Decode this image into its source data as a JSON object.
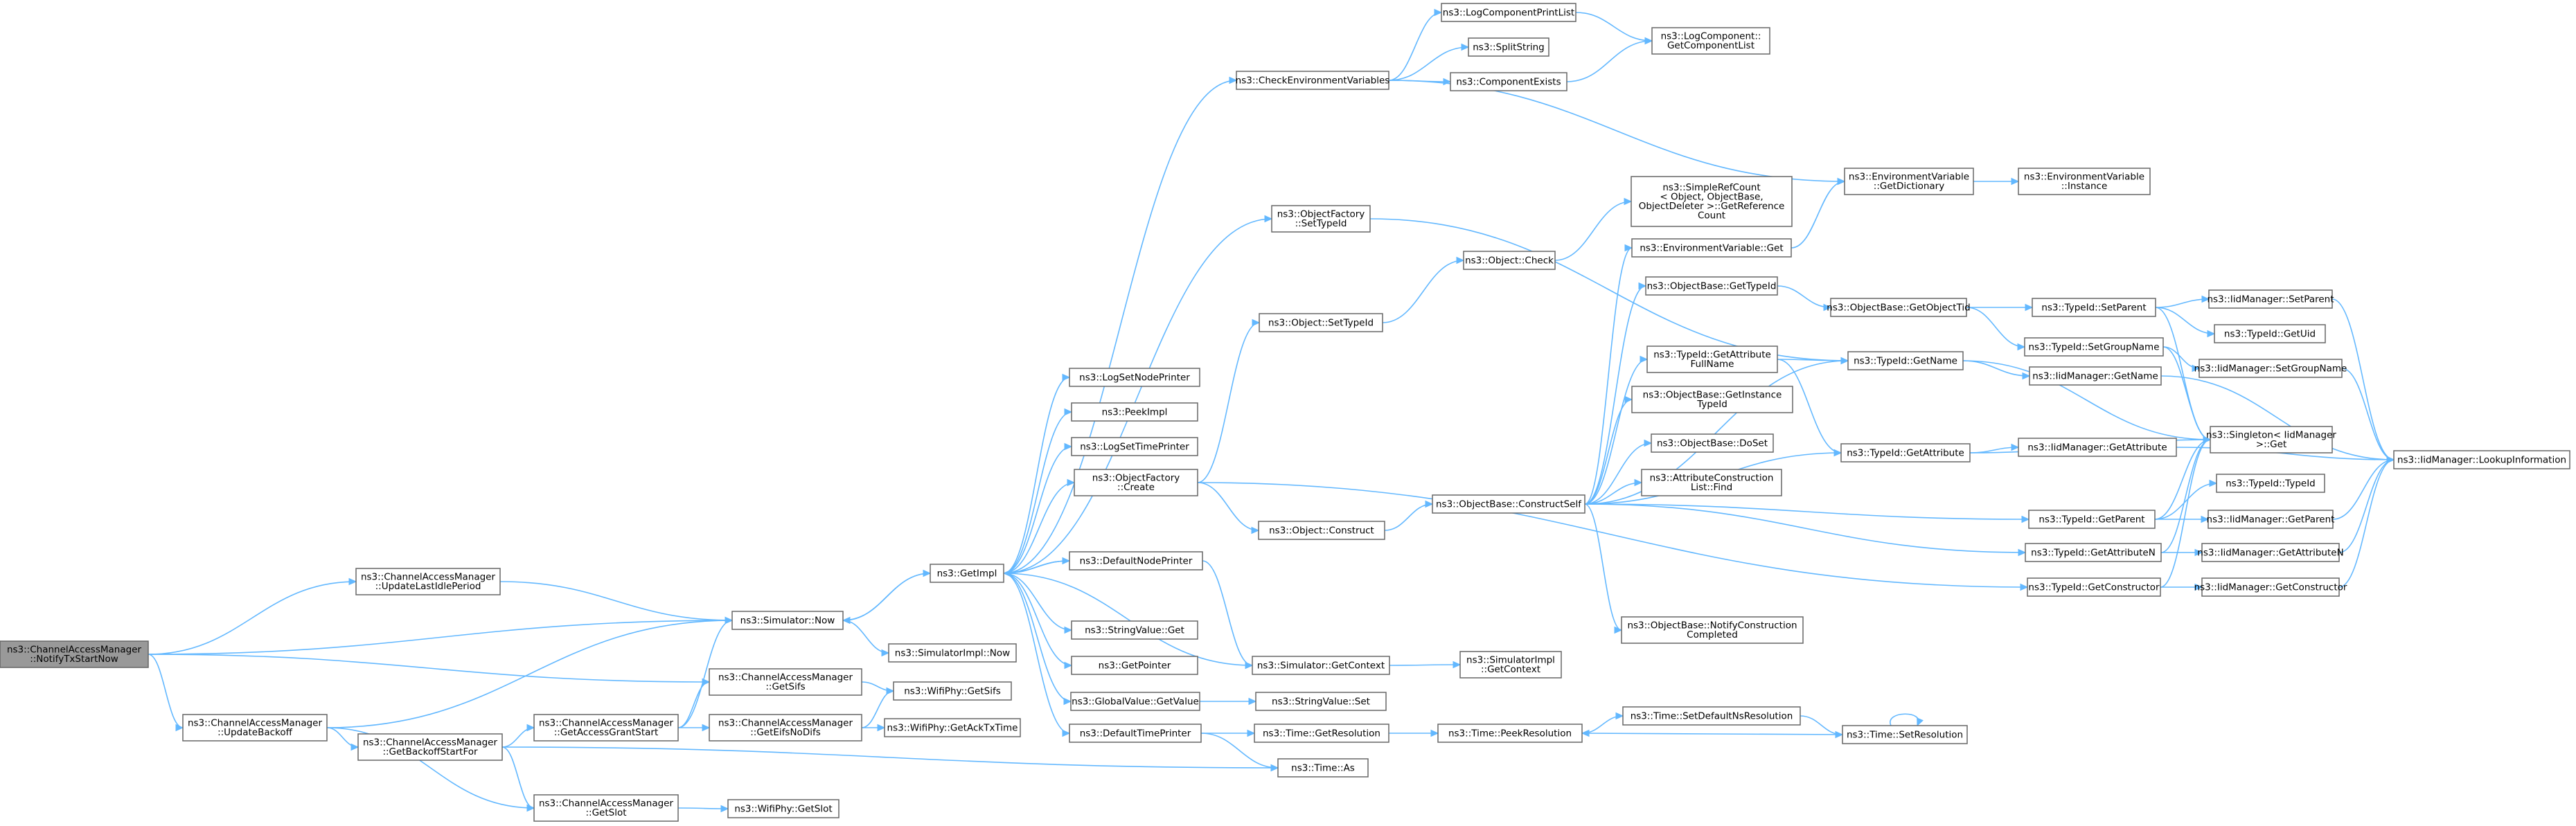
{
  "nodes": [
    {
      "id": "notify",
      "lines": [
        "ns3::ChannelAccessManager",
        "::NotifyTxStartNow"
      ],
      "root": true
    },
    {
      "id": "updLast",
      "lines": [
        "ns3::ChannelAccessManager",
        "::UpdateLastIdlePeriod"
      ]
    },
    {
      "id": "updBackoff",
      "lines": [
        "ns3::ChannelAccessManager",
        "::UpdateBackoff"
      ]
    },
    {
      "id": "simNow",
      "lines": [
        "ns3::Simulator::Now"
      ]
    },
    {
      "id": "getSifs",
      "lines": [
        "ns3::ChannelAccessManager",
        "::GetSifs"
      ]
    },
    {
      "id": "getBackoffStart",
      "lines": [
        "ns3::ChannelAccessManager",
        "::GetBackoffStartFor"
      ]
    },
    {
      "id": "getAccessGrant",
      "lines": [
        "ns3::ChannelAccessManager",
        "::GetAccessGrantStart"
      ]
    },
    {
      "id": "getEifs",
      "lines": [
        "ns3::ChannelAccessManager",
        "::GetEifsNoDifs"
      ]
    },
    {
      "id": "getSlot",
      "lines": [
        "ns3::ChannelAccessManager",
        "::GetSlot"
      ]
    },
    {
      "id": "phySifs",
      "lines": [
        "ns3::WifiPhy::GetSifs"
      ]
    },
    {
      "id": "phyAck",
      "lines": [
        "ns3::WifiPhy::GetAckTxTime"
      ]
    },
    {
      "id": "phySlot",
      "lines": [
        "ns3::WifiPhy::GetSlot"
      ]
    },
    {
      "id": "simImplNow",
      "lines": [
        "ns3::SimulatorImpl::Now"
      ]
    },
    {
      "id": "getImpl",
      "lines": [
        "ns3::GetImpl"
      ]
    },
    {
      "id": "logNode",
      "lines": [
        "ns3::LogSetNodePrinter"
      ]
    },
    {
      "id": "peekImpl",
      "lines": [
        "ns3::PeekImpl"
      ]
    },
    {
      "id": "logTime",
      "lines": [
        "ns3::LogSetTimePrinter"
      ]
    },
    {
      "id": "ofCreate",
      "lines": [
        "ns3::ObjectFactory",
        "::Create"
      ]
    },
    {
      "id": "defNode",
      "lines": [
        "ns3::DefaultNodePrinter"
      ]
    },
    {
      "id": "strGet",
      "lines": [
        "ns3::StringValue::Get"
      ]
    },
    {
      "id": "getPointer",
      "lines": [
        "ns3::GetPointer"
      ]
    },
    {
      "id": "gvGet",
      "lines": [
        "ns3::GlobalValue::GetValue"
      ]
    },
    {
      "id": "defTime",
      "lines": [
        "ns3::DefaultTimePrinter"
      ]
    },
    {
      "id": "checkEnv",
      "lines": [
        "ns3::CheckEnvironmentVariables"
      ]
    },
    {
      "id": "ofSetTid",
      "lines": [
        "ns3::ObjectFactory",
        "::SetTypeId"
      ]
    },
    {
      "id": "objSetTid",
      "lines": [
        "ns3::Object::SetTypeId"
      ]
    },
    {
      "id": "objConstruct",
      "lines": [
        "ns3::Object::Construct"
      ]
    },
    {
      "id": "simGetCtx",
      "lines": [
        "ns3::Simulator::GetContext"
      ]
    },
    {
      "id": "strSet",
      "lines": [
        "ns3::StringValue::Set"
      ]
    },
    {
      "id": "timeGetRes",
      "lines": [
        "ns3::Time::GetResolution"
      ]
    },
    {
      "id": "timeAs",
      "lines": [
        "ns3::Time::As"
      ]
    },
    {
      "id": "logCompList",
      "lines": [
        "ns3::LogComponentPrintList"
      ]
    },
    {
      "id": "splitStr",
      "lines": [
        "ns3::SplitString"
      ]
    },
    {
      "id": "compExists",
      "lines": [
        "ns3::ComponentExists"
      ]
    },
    {
      "id": "objCheck",
      "lines": [
        "ns3::Object::Check"
      ]
    },
    {
      "id": "construct",
      "lines": [
        "ns3::ObjectBase::ConstructSelf"
      ]
    },
    {
      "id": "simImplCtx",
      "lines": [
        "ns3::SimulatorImpl",
        "::GetContext"
      ]
    },
    {
      "id": "timePeek",
      "lines": [
        "ns3::Time::PeekResolution"
      ]
    },
    {
      "id": "logCompGet",
      "lines": [
        "ns3::LogComponent::",
        "GetComponentList"
      ]
    },
    {
      "id": "refCount",
      "lines": [
        "ns3::SimpleRefCount",
        "< Object, ObjectBase,",
        "ObjectDeleter >::GetReference",
        "Count"
      ]
    },
    {
      "id": "envGet",
      "lines": [
        "ns3::EnvironmentVariable::Get"
      ]
    },
    {
      "id": "obGetTid",
      "lines": [
        "ns3::ObjectBase::GetTypeId"
      ]
    },
    {
      "id": "tidAttrFull",
      "lines": [
        "ns3::TypeId::GetAttribute",
        "FullName"
      ]
    },
    {
      "id": "obInst",
      "lines": [
        "ns3::ObjectBase::GetInstance",
        "TypeId"
      ]
    },
    {
      "id": "obDoSet",
      "lines": [
        "ns3::ObjectBase::DoSet"
      ]
    },
    {
      "id": "acFind",
      "lines": [
        "ns3::AttributeConstruction",
        "List::Find"
      ]
    },
    {
      "id": "obNotify",
      "lines": [
        "ns3::ObjectBase::NotifyConstruction",
        "Completed"
      ]
    },
    {
      "id": "timeSetDef",
      "lines": [
        "ns3::Time::SetDefaultNsResolution"
      ]
    },
    {
      "id": "envDict",
      "lines": [
        "ns3::EnvironmentVariable",
        "::GetDictionary"
      ]
    },
    {
      "id": "tidGetName",
      "lines": [
        "ns3::TypeId::GetName"
      ]
    },
    {
      "id": "tidGetAttr",
      "lines": [
        "ns3::TypeId::GetAttribute"
      ]
    },
    {
      "id": "timeSetRes",
      "lines": [
        "ns3::Time::SetResolution"
      ]
    },
    {
      "id": "obGetOTid",
      "lines": [
        "ns3::ObjectBase::GetObjectTid"
      ]
    },
    {
      "id": "envInst",
      "lines": [
        "ns3::EnvironmentVariable",
        "::Instance"
      ]
    },
    {
      "id": "tidSetParent",
      "lines": [
        "ns3::TypeId::SetParent"
      ]
    },
    {
      "id": "tidSetGroup",
      "lines": [
        "ns3::TypeId::SetGroupName"
      ]
    },
    {
      "id": "iidGetName",
      "lines": [
        "ns3::IidManager::GetName"
      ]
    },
    {
      "id": "iidGetAttr",
      "lines": [
        "ns3::IidManager::GetAttribute"
      ]
    },
    {
      "id": "tidGetParent",
      "lines": [
        "ns3::TypeId::GetParent"
      ]
    },
    {
      "id": "tidGetAttrN",
      "lines": [
        "ns3::TypeId::GetAttributeN"
      ]
    },
    {
      "id": "tidGetCtor",
      "lines": [
        "ns3::TypeId::GetConstructor"
      ]
    },
    {
      "id": "iidSetParent",
      "lines": [
        "ns3::IidManager::SetParent"
      ]
    },
    {
      "id": "tidGetUid",
      "lines": [
        "ns3::TypeId::GetUid"
      ]
    },
    {
      "id": "iidSetGroup",
      "lines": [
        "ns3::IidManager::SetGroupName"
      ]
    },
    {
      "id": "singleton",
      "lines": [
        "ns3::Singleton< IidManager",
        ">::Get"
      ]
    },
    {
      "id": "tidTid",
      "lines": [
        "ns3::TypeId::TypeId"
      ]
    },
    {
      "id": "iidGetParent",
      "lines": [
        "ns3::IidManager::GetParent"
      ]
    },
    {
      "id": "iidGetAttrN",
      "lines": [
        "ns3::IidManager::GetAttributeN"
      ]
    },
    {
      "id": "iidGetCtor",
      "lines": [
        "ns3::IidManager::GetConstructor"
      ]
    },
    {
      "id": "iidLookup",
      "lines": [
        "ns3::IidManager::LookupInformation"
      ]
    }
  ],
  "edges": [
    [
      "notify",
      "updLast"
    ],
    [
      "notify",
      "simNow"
    ],
    [
      "notify",
      "getSifs"
    ],
    [
      "notify",
      "updBackoff"
    ],
    [
      "updLast",
      "simNow"
    ],
    [
      "updBackoff",
      "simNow"
    ],
    [
      "updBackoff",
      "getBackoffStart"
    ],
    [
      "updBackoff",
      "getSlot"
    ],
    [
      "getBackoffStart",
      "getAccessGrant"
    ],
    [
      "getBackoffStart",
      "getSlot"
    ],
    [
      "getBackoffStart",
      "timeAs"
    ],
    [
      "getAccessGrant",
      "simNow"
    ],
    [
      "getAccessGrant",
      "getSifs"
    ],
    [
      "getAccessGrant",
      "getEifs"
    ],
    [
      "getSifs",
      "phySifs"
    ],
    [
      "getEifs",
      "phySifs"
    ],
    [
      "getEifs",
      "phyAck"
    ],
    [
      "getSlot",
      "phySlot"
    ],
    [
      "simNow",
      "getImpl"
    ],
    [
      "simNow",
      "simImplNow"
    ],
    [
      "getImpl",
      "simNow"
    ],
    [
      "getImpl",
      "logNode"
    ],
    [
      "getImpl",
      "peekImpl"
    ],
    [
      "getImpl",
      "logTime"
    ],
    [
      "getImpl",
      "ofCreate"
    ],
    [
      "getImpl",
      "defNode"
    ],
    [
      "getImpl",
      "strGet"
    ],
    [
      "getImpl",
      "getPointer"
    ],
    [
      "getImpl",
      "gvGet"
    ],
    [
      "getImpl",
      "defTime"
    ],
    [
      "getImpl",
      "checkEnv"
    ],
    [
      "getImpl",
      "ofSetTid"
    ],
    [
      "getImpl",
      "simGetCtx"
    ],
    [
      "defNode",
      "getImpl"
    ],
    [
      "defNode",
      "simGetCtx"
    ],
    [
      "ofCreate",
      "objSetTid"
    ],
    [
      "ofCreate",
      "objConstruct"
    ],
    [
      "ofCreate",
      "tidGetCtor"
    ],
    [
      "ofSetTid",
      "tidGetName"
    ],
    [
      "objSetTid",
      "objCheck"
    ],
    [
      "objConstruct",
      "construct"
    ],
    [
      "gvGet",
      "strSet"
    ],
    [
      "defTime",
      "timeGetRes"
    ],
    [
      "defTime",
      "timeAs"
    ],
    [
      "simGetCtx",
      "simImplCtx"
    ],
    [
      "checkEnv",
      "logCompList"
    ],
    [
      "checkEnv",
      "splitStr"
    ],
    [
      "checkEnv",
      "compExists"
    ],
    [
      "checkEnv",
      "envDict"
    ],
    [
      "logCompList",
      "logCompGet"
    ],
    [
      "compExists",
      "logCompGet"
    ],
    [
      "objCheck",
      "refCount"
    ],
    [
      "construct",
      "envGet"
    ],
    [
      "construct",
      "obGetTid"
    ],
    [
      "construct",
      "tidAttrFull"
    ],
    [
      "construct",
      "obInst"
    ],
    [
      "construct",
      "obDoSet"
    ],
    [
      "construct",
      "acFind"
    ],
    [
      "construct",
      "obNotify"
    ],
    [
      "construct",
      "tidGetName"
    ],
    [
      "construct",
      "tidGetAttr"
    ],
    [
      "construct",
      "tidGetParent"
    ],
    [
      "construct",
      "tidGetAttrN"
    ],
    [
      "envGet",
      "envDict"
    ],
    [
      "envDict",
      "envInst"
    ],
    [
      "obGetTid",
      "obGetOTid"
    ],
    [
      "obGetOTid",
      "tidSetParent"
    ],
    [
      "obGetOTid",
      "tidSetGroup"
    ],
    [
      "tidAttrFull",
      "tidGetName"
    ],
    [
      "tidAttrFull",
      "tidGetAttr"
    ],
    [
      "timeGetRes",
      "timePeek"
    ],
    [
      "timePeek",
      "timeSetDef"
    ],
    [
      "timeSetDef",
      "timeSetRes"
    ],
    [
      "timeSetRes",
      "timePeek"
    ],
    [
      "timeSetRes",
      "timeSetRes"
    ],
    [
      "tidGetName",
      "iidGetName"
    ],
    [
      "tidGetName",
      "singleton"
    ],
    [
      "tidGetAttr",
      "iidGetAttr"
    ],
    [
      "tidGetAttr",
      "singleton"
    ],
    [
      "tidSetParent",
      "iidSetParent"
    ],
    [
      "tidSetParent",
      "tidGetUid"
    ],
    [
      "tidSetParent",
      "singleton"
    ],
    [
      "tidSetGroup",
      "iidSetGroup"
    ],
    [
      "tidSetGroup",
      "singleton"
    ],
    [
      "tidGetParent",
      "tidTid"
    ],
    [
      "tidGetParent",
      "iidGetParent"
    ],
    [
      "tidGetParent",
      "singleton"
    ],
    [
      "tidGetAttrN",
      "iidGetAttrN"
    ],
    [
      "tidGetAttrN",
      "singleton"
    ],
    [
      "tidGetCtor",
      "iidGetCtor"
    ],
    [
      "tidGetCtor",
      "singleton"
    ],
    [
      "iidGetName",
      "iidLookup"
    ],
    [
      "iidGetAttr",
      "iidLookup"
    ],
    [
      "iidSetParent",
      "iidLookup"
    ],
    [
      "iidSetGroup",
      "iidLookup"
    ],
    [
      "iidGetParent",
      "iidLookup"
    ],
    [
      "iidGetAttrN",
      "iidLookup"
    ],
    [
      "iidGetCtor",
      "iidLookup"
    ]
  ]
}
